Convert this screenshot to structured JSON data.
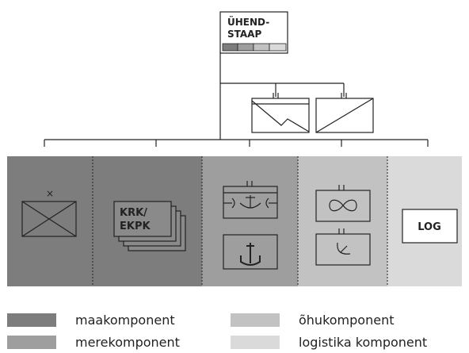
{
  "diagram": {
    "headquarters": {
      "line1": "ÜHEND-",
      "line2": "STAAP"
    },
    "units": {
      "krk_line1": "KRK/",
      "krk_line2": "EKPK",
      "log_label": "LOG"
    }
  },
  "colors": {
    "land": "#7d7d7d",
    "naval": "#9e9e9e",
    "air": "#c2c2c2",
    "logistics": "#dadada",
    "line": "#222222"
  },
  "legend": {
    "items": [
      {
        "label": "maakomponent",
        "color": "#7d7d7d"
      },
      {
        "label": "merekomponent",
        "color": "#9e9e9e"
      },
      {
        "label": "õhukomponent",
        "color": "#c2c2c2"
      },
      {
        "label": "logistika komponent",
        "color": "#dadada"
      }
    ]
  }
}
